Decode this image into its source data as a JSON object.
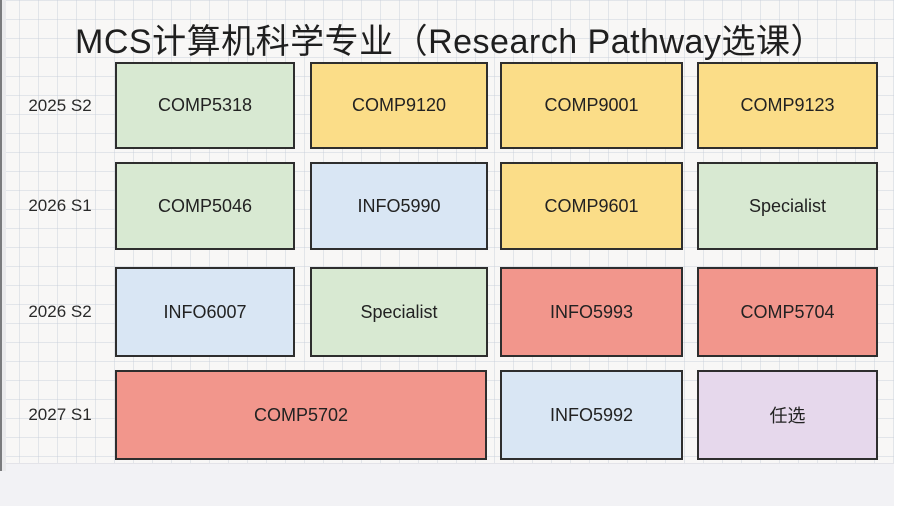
{
  "title": "MCS计算机科学专业（Research Pathway选课）",
  "palette": {
    "green": "#d8e9d2",
    "yellow": "#fbdd88",
    "blue": "#d9e6f4",
    "red": "#f2968c",
    "purple": "#e6d8ec",
    "border": "#2e2e2e",
    "text": "#222222"
  },
  "rows": [
    {
      "label": "2025 S2",
      "cells": [
        {
          "label": "COMP5318",
          "color": "green"
        },
        {
          "label": "COMP9120",
          "color": "yellow"
        },
        {
          "label": "COMP9001",
          "color": "yellow"
        },
        {
          "label": "COMP9123",
          "color": "yellow"
        }
      ]
    },
    {
      "label": "2026 S1",
      "cells": [
        {
          "label": "COMP5046",
          "color": "green"
        },
        {
          "label": "INFO5990",
          "color": "blue"
        },
        {
          "label": "COMP9601",
          "color": "yellow"
        },
        {
          "label": "Specialist",
          "color": "green"
        }
      ]
    },
    {
      "label": "2026 S2",
      "cells": [
        {
          "label": "INFO6007",
          "color": "blue"
        },
        {
          "label": "Specialist",
          "color": "green"
        },
        {
          "label": "INFO5993",
          "color": "red"
        },
        {
          "label": "COMP5704",
          "color": "red"
        }
      ]
    },
    {
      "label": "2027 S1",
      "cells": [
        {
          "label": "COMP5702",
          "color": "red",
          "span": 2
        },
        {
          "label": "INFO5992",
          "color": "blue"
        },
        {
          "label": "任选",
          "color": "purple"
        }
      ]
    }
  ]
}
